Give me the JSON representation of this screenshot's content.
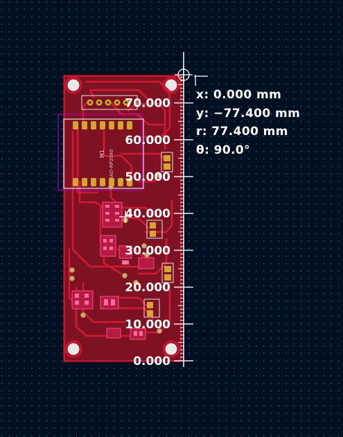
{
  "viewport": {
    "title": "PCB layout viewport",
    "background": "#001023",
    "grid_color": "#5a6a7e",
    "board_color": "#8c1526",
    "copper_color": "#c8162e",
    "pad_color": "#d4a531",
    "silk_color": "#e6e6e6",
    "courtyard_color": "#b000b0"
  },
  "measurement": {
    "x_text": "x: 0.000 mm",
    "y_text": "y: −77.400 mm",
    "r_text": "r: 77.400 mm",
    "theta_text": "θ: 90.0°"
  },
  "ruler": {
    "labels": [
      "70.000",
      "60.000",
      "50.000",
      "40.000",
      "30.000",
      "20.000",
      "10.000",
      "0.000"
    ],
    "values_mm": [
      70,
      60,
      50,
      40,
      30,
      20,
      10,
      0
    ]
  },
  "footprints": {
    "module_ref": "M1",
    "module_value": "XIAO-RP2040"
  },
  "icons": {
    "origin": "crosshair-origin-icon",
    "cursor": "cursor-cross-icon"
  }
}
